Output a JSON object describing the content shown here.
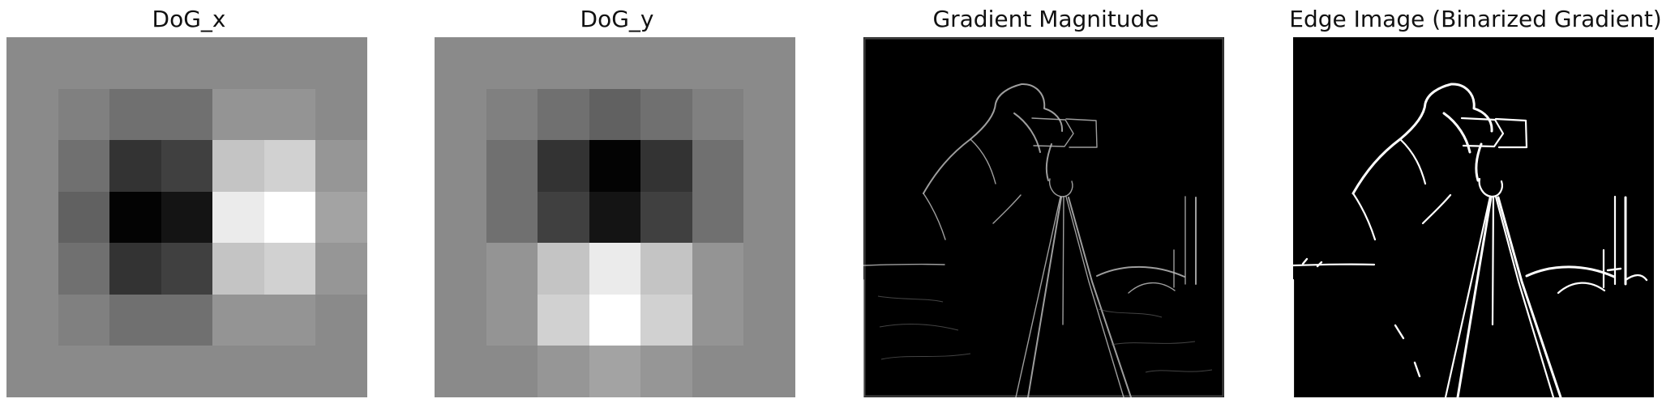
{
  "figure": {
    "panels": [
      {
        "id": "dog-x",
        "title": "DoG_x",
        "kind": "kernel-heatmap",
        "colormap": "gray",
        "grid_size": 7,
        "intensity_matrix": [
          [
            0.54,
            0.54,
            0.54,
            0.54,
            0.54,
            0.54,
            0.54
          ],
          [
            0.54,
            0.5,
            0.44,
            0.44,
            0.58,
            0.58,
            0.54
          ],
          [
            0.54,
            0.44,
            0.2,
            0.25,
            0.77,
            0.82,
            0.59
          ],
          [
            0.54,
            0.38,
            0.01,
            0.08,
            0.92,
            1.0,
            0.64
          ],
          [
            0.54,
            0.44,
            0.2,
            0.25,
            0.77,
            0.82,
            0.59
          ],
          [
            0.54,
            0.5,
            0.44,
            0.44,
            0.58,
            0.58,
            0.54
          ],
          [
            0.54,
            0.54,
            0.54,
            0.54,
            0.54,
            0.54,
            0.54
          ]
        ]
      },
      {
        "id": "dog-y",
        "title": "DoG_y",
        "kind": "kernel-heatmap",
        "colormap": "gray",
        "grid_size": 7,
        "intensity_matrix": [
          [
            0.54,
            0.54,
            0.54,
            0.54,
            0.54,
            0.54,
            0.54
          ],
          [
            0.54,
            0.5,
            0.44,
            0.38,
            0.44,
            0.5,
            0.54
          ],
          [
            0.54,
            0.44,
            0.2,
            0.01,
            0.2,
            0.44,
            0.54
          ],
          [
            0.54,
            0.44,
            0.25,
            0.08,
            0.25,
            0.44,
            0.54
          ],
          [
            0.54,
            0.58,
            0.77,
            0.92,
            0.77,
            0.58,
            0.54
          ],
          [
            0.54,
            0.58,
            0.82,
            1.0,
            0.82,
            0.58,
            0.54
          ],
          [
            0.54,
            0.54,
            0.59,
            0.64,
            0.59,
            0.54,
            0.54
          ]
        ]
      },
      {
        "id": "gradient-magnitude",
        "title": "Gradient Magnitude",
        "kind": "edge-image",
        "background": "#000000",
        "stroke_color": "#b8b8b8",
        "mode": "gradient"
      },
      {
        "id": "edge-image",
        "title": "Edge Image (Binarized Gradient)",
        "kind": "edge-image",
        "background": "#000000",
        "stroke_color": "#ffffff",
        "mode": "binary"
      }
    ]
  }
}
